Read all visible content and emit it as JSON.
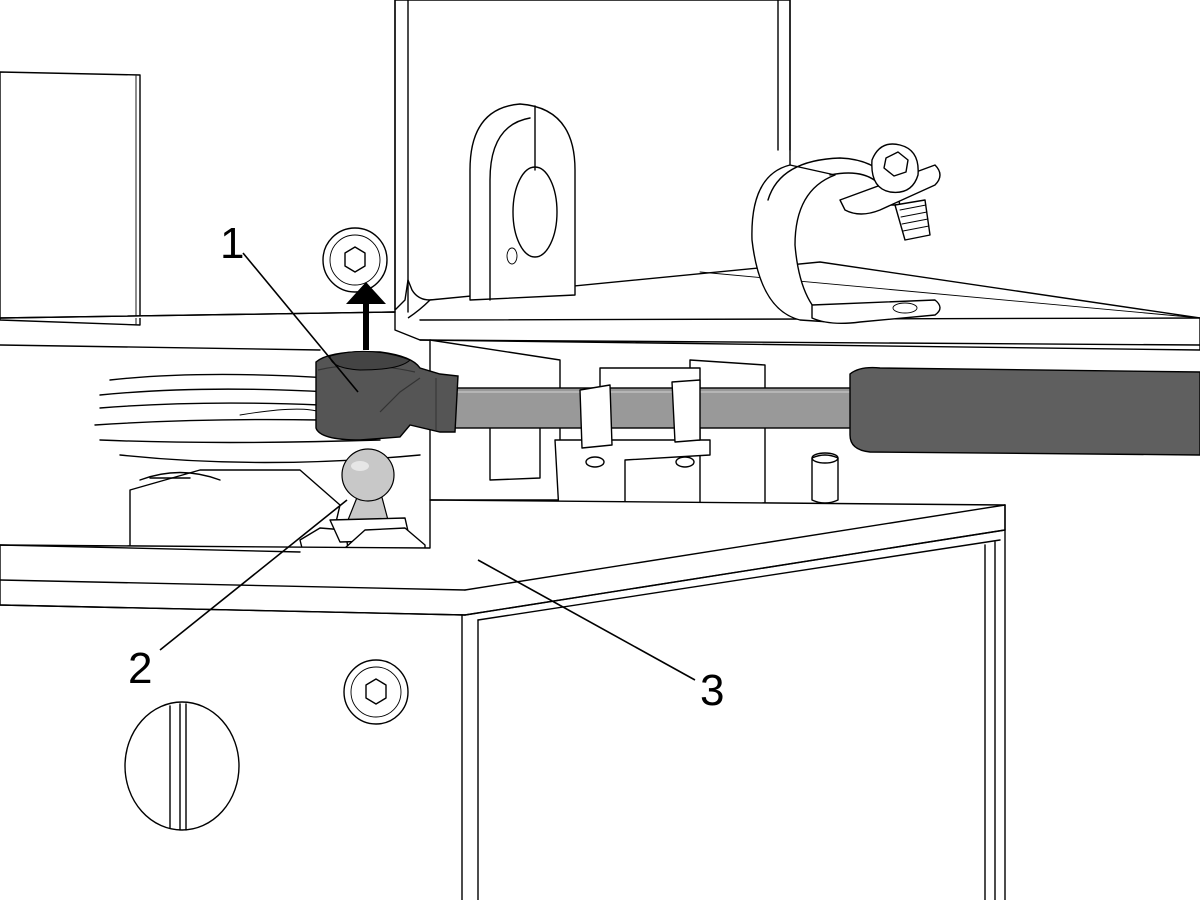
{
  "callouts": [
    {
      "id": "1",
      "label": "1"
    },
    {
      "id": "2",
      "label": "2"
    },
    {
      "id": "3",
      "label": "3"
    }
  ],
  "colors": {
    "line": "#000000",
    "background": "#ffffff",
    "connector_housing": "#555555",
    "rod": "#999999",
    "hose": "#5f5f5f",
    "ball_stud": "#c8c8c8"
  },
  "icons": {
    "arrow": "arrow-up-icon",
    "screw": "hex-socket-screw-icon"
  }
}
